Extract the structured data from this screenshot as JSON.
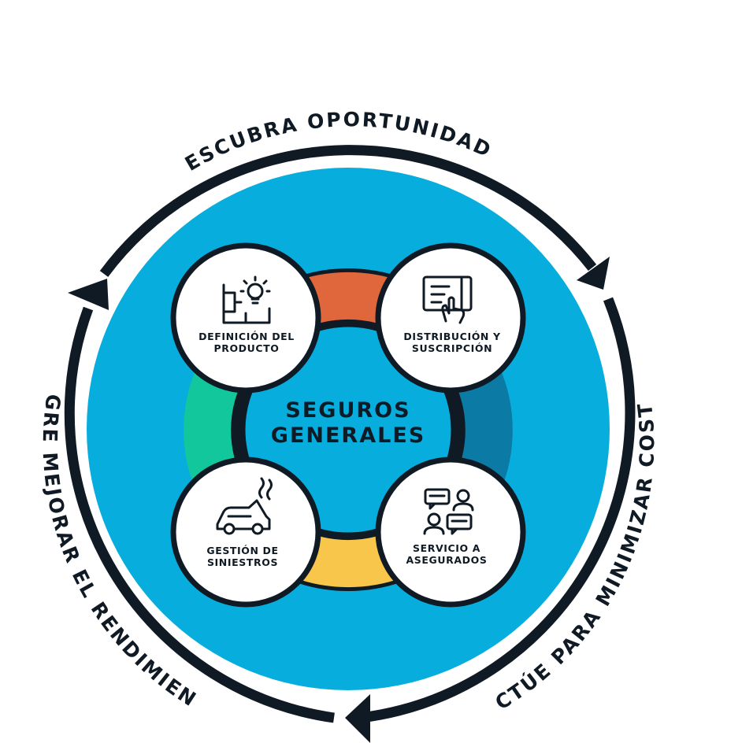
{
  "center": {
    "line1": "SEGUROS",
    "line2": "GENERALES"
  },
  "cycle": {
    "top": "DESCUBRA OPORTUNIDADES",
    "right": "ACTÚE PARA MINIMIZAR COSTES",
    "left": "LOGRE MEJORAR EL RENDIMIENTO"
  },
  "nodes": [
    {
      "id": "product",
      "line1": "DEFINICIÓN DEL",
      "line2": "PRODUCTO",
      "icon": "blueprint-lightbulb-icon"
    },
    {
      "id": "distribution",
      "line1": "DISTRIBUCIÓN Y",
      "line2": "SUSCRIPCIÓN",
      "icon": "document-hand-icon"
    },
    {
      "id": "claims",
      "line1": "GESTIÓN DE",
      "line2": "SINIESTROS",
      "icon": "damaged-car-icon"
    },
    {
      "id": "service",
      "line1": "SERVICIO A",
      "line2": "ASEGURADOS",
      "icon": "customer-chat-icon"
    }
  ],
  "colors": {
    "background_circle": "#07ADDD",
    "outline": "#0f1a24",
    "ring_top": "#E0663B",
    "ring_right": "#0B7BA6",
    "ring_bottom": "#F7C64A",
    "ring_left": "#12C79B",
    "node_fill": "#ffffff"
  }
}
